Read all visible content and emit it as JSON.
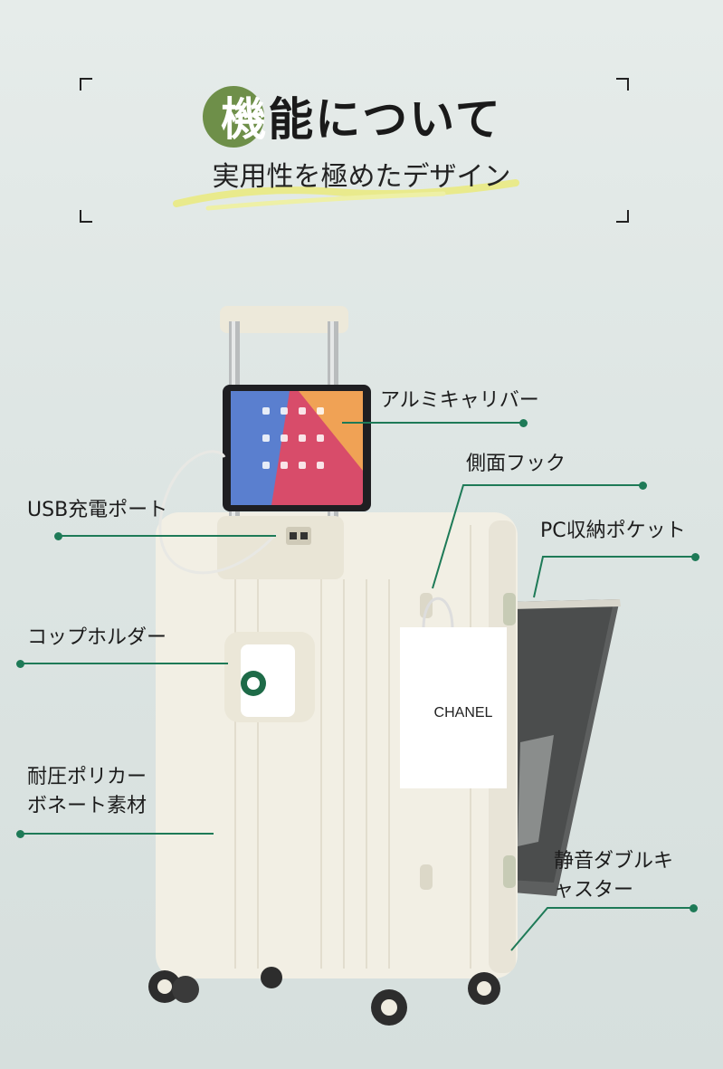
{
  "header": {
    "title_first_char": "機",
    "title_rest": "能について",
    "subtitle": "実用性を極めたデザイン"
  },
  "product": {
    "bag_brand": "CHANEL"
  },
  "features": [
    {
      "label": "アルミキャリバー"
    },
    {
      "label": "側面フック"
    },
    {
      "label": "USB充電ポート"
    },
    {
      "label": "PC収納ポケット"
    },
    {
      "label": "コップホルダー"
    },
    {
      "label": "耐圧ポリカー"
    },
    {
      "label": "ボネート素材"
    },
    {
      "label": "静音ダブルキ"
    },
    {
      "label": "ャスター"
    }
  ],
  "colors": {
    "accent_green": "#6e8f49",
    "leader_line": "#1e7a57",
    "suitcase": "#f2efe4"
  }
}
